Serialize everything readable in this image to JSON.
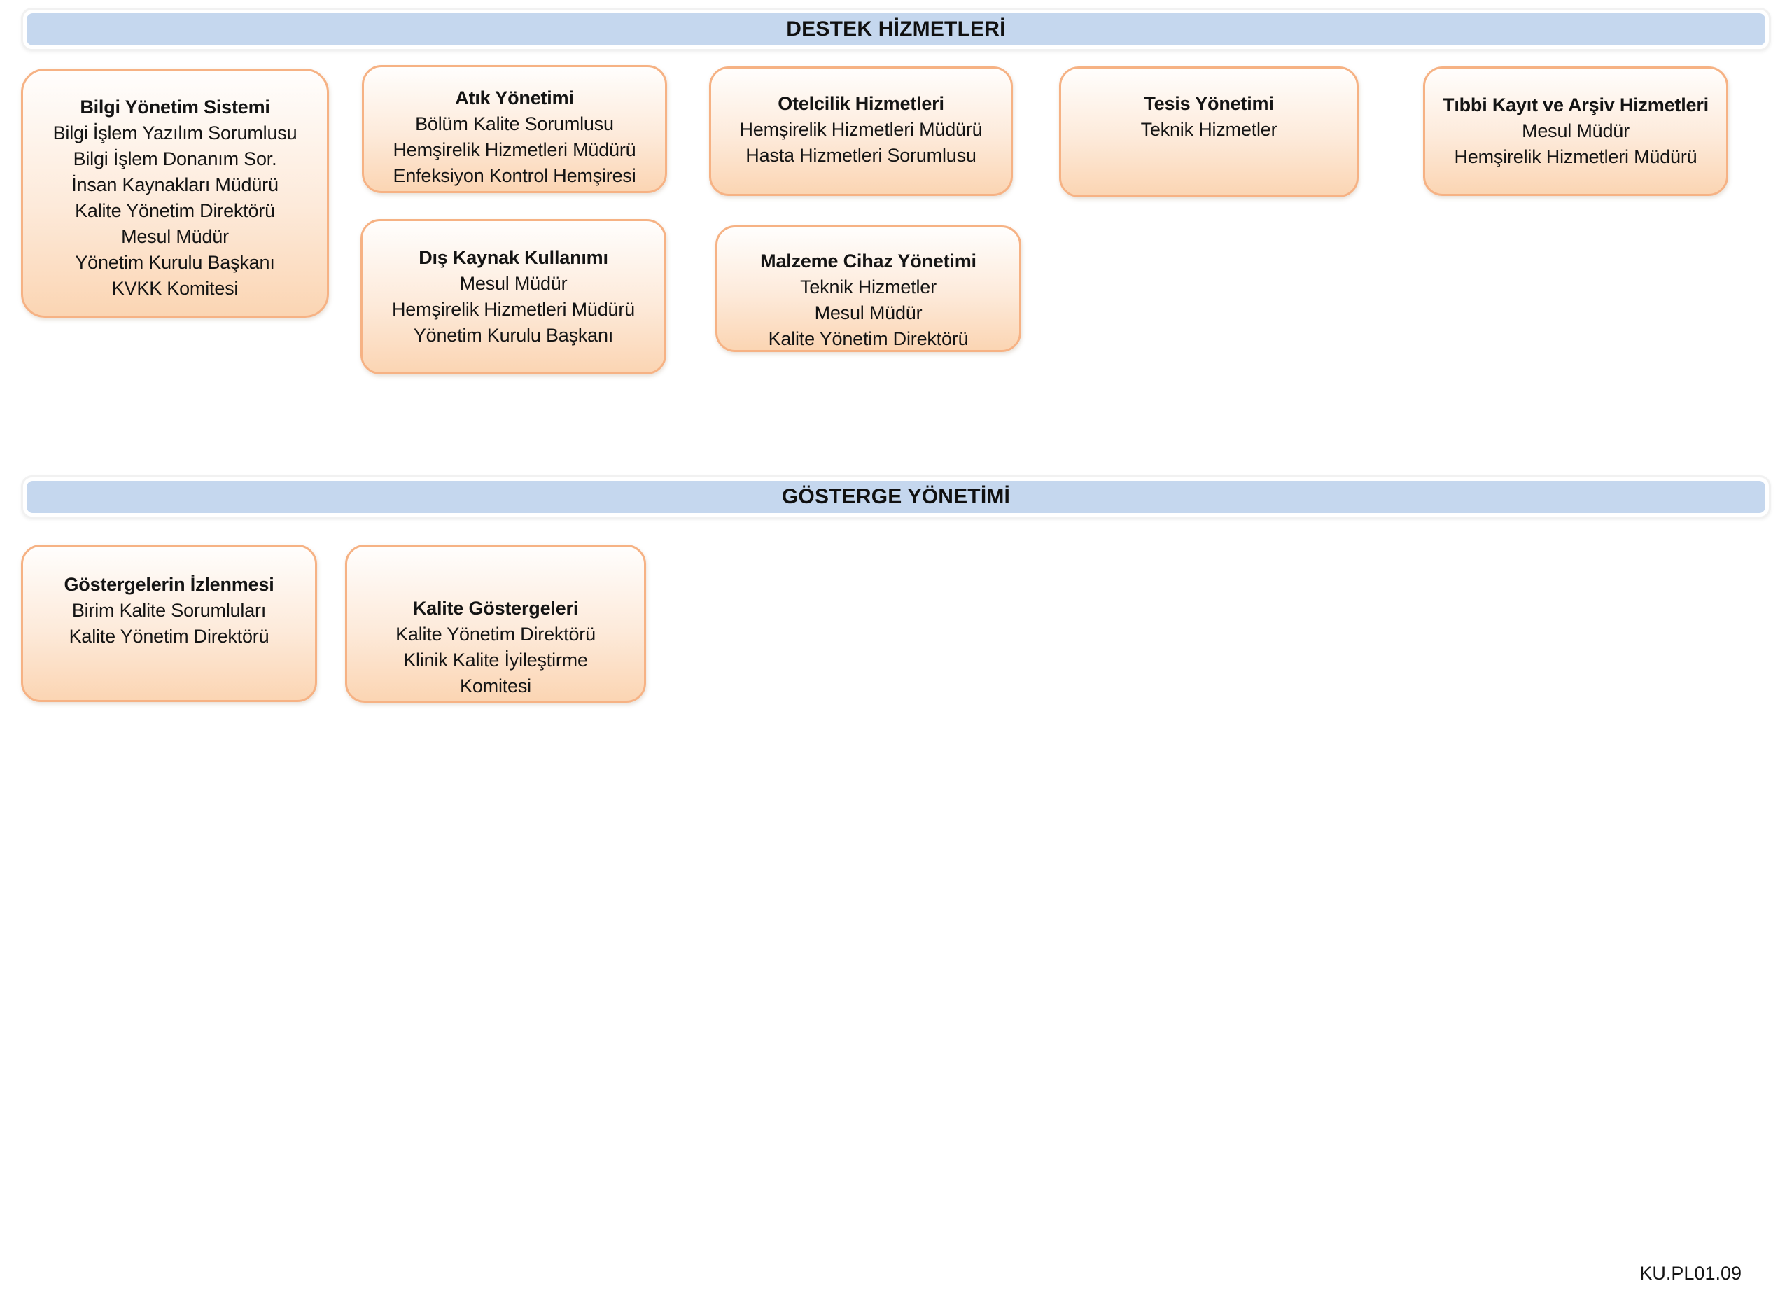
{
  "document": {
    "code": "KU.PL01.09"
  },
  "colors": {
    "band_fill": "#c5d7ee",
    "box_border": "#f6b284",
    "box_gradient_top": "#fffefd",
    "box_gradient_bottom": "#fbd5b3",
    "text": "#141414"
  },
  "sections": [
    {
      "id": "destek-hizmetleri",
      "title": "DESTEK HİZMETLERİ",
      "boxes": [
        {
          "title": "Bilgi Yönetim Sistemi",
          "lines": [
            "Bilgi İşlem Yazılım Sorumlusu",
            "Bilgi İşlem Donanım Sor.",
            "İnsan Kaynakları Müdürü",
            "Kalite Yönetim Direktörü",
            "Mesul Müdür",
            "Yönetim Kurulu Başkanı",
            "KVKK Komitesi"
          ]
        },
        {
          "title": "Atık Yönetimi",
          "lines": [
            "Bölüm Kalite Sorumlusu",
            "Hemşirelik Hizmetleri Müdürü",
            "Enfeksiyon Kontrol Hemşiresi"
          ]
        },
        {
          "title": "Otelcilik Hizmetleri",
          "lines": [
            "Hemşirelik Hizmetleri Müdürü",
            "Hasta Hizmetleri Sorumlusu"
          ]
        },
        {
          "title": "Tesis Yönetimi",
          "lines": [
            "Teknik Hizmetler"
          ]
        },
        {
          "title": "Tıbbi Kayıt ve Arşiv Hizmetleri",
          "lines": [
            "Mesul Müdür",
            "Hemşirelik Hizmetleri Müdürü"
          ]
        },
        {
          "title": "Dış Kaynak Kullanımı",
          "lines": [
            "Mesul Müdür",
            "Hemşirelik Hizmetleri Müdürü",
            "Yönetim Kurulu Başkanı"
          ]
        },
        {
          "title": "Malzeme Cihaz Yönetimi",
          "lines": [
            "Teknik Hizmetler",
            "Mesul Müdür",
            "Kalite Yönetim Direktörü"
          ]
        }
      ]
    },
    {
      "id": "gosterge-yonetimi",
      "title": "GÖSTERGE YÖNETİMİ",
      "boxes": [
        {
          "title": "Göstergelerin İzlenmesi",
          "lines": [
            "Birim Kalite Sorumluları",
            "Kalite Yönetim Direktörü"
          ]
        },
        {
          "title": "Kalite Göstergeleri",
          "lines": [
            "Kalite Yönetim Direktörü",
            "Klinik Kalite İyileştirme",
            "Komitesi"
          ]
        }
      ]
    }
  ]
}
